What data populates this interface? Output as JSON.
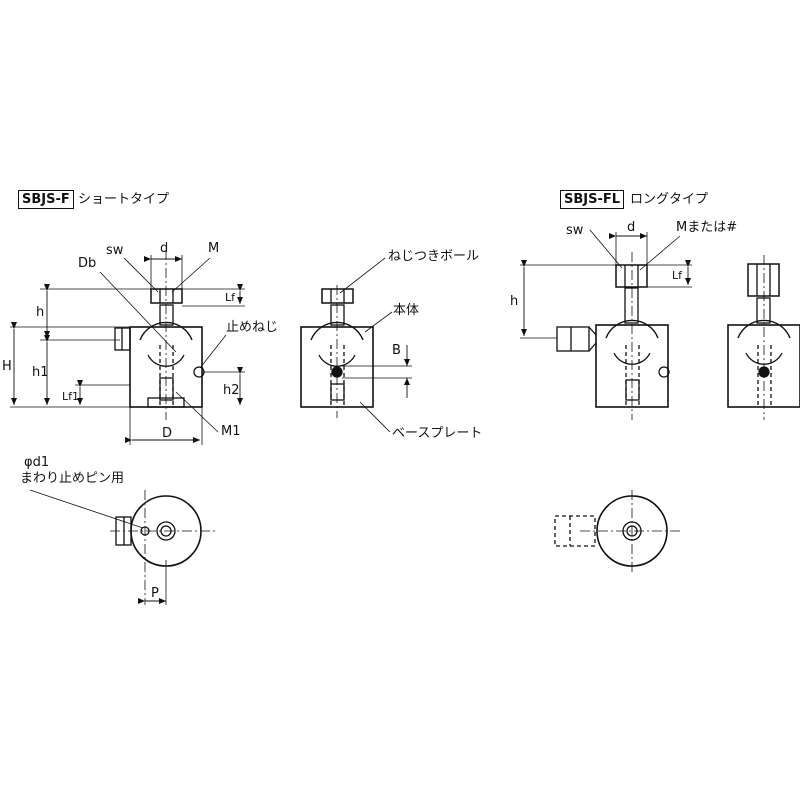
{
  "short_type": {
    "model": "SBJS-F",
    "type_name": "ショートタイプ",
    "labels": {
      "sw": "sw",
      "d": "d",
      "M": "M",
      "Db": "Db",
      "h": "h",
      "H": "H",
      "h1": "h1",
      "Lf": "Lf",
      "Lf1": "Lf1",
      "h2": "h2",
      "D": "D",
      "M1": "M1",
      "stop_screw": "止めねじ",
      "screw_ball": "ねじつきボール",
      "body": "本体",
      "B": "B",
      "base_plate": "ベースプレート",
      "phi_d1": "φd1",
      "anti_rotation_pin": "まわり止めピン用",
      "P": "P"
    }
  },
  "long_type": {
    "model": "SBJS-FL",
    "type_name": "ロングタイプ",
    "labels": {
      "sw": "sw",
      "d": "d",
      "M_or_hash": "Mまたは#",
      "h": "h",
      "Lf": "Lf"
    }
  }
}
